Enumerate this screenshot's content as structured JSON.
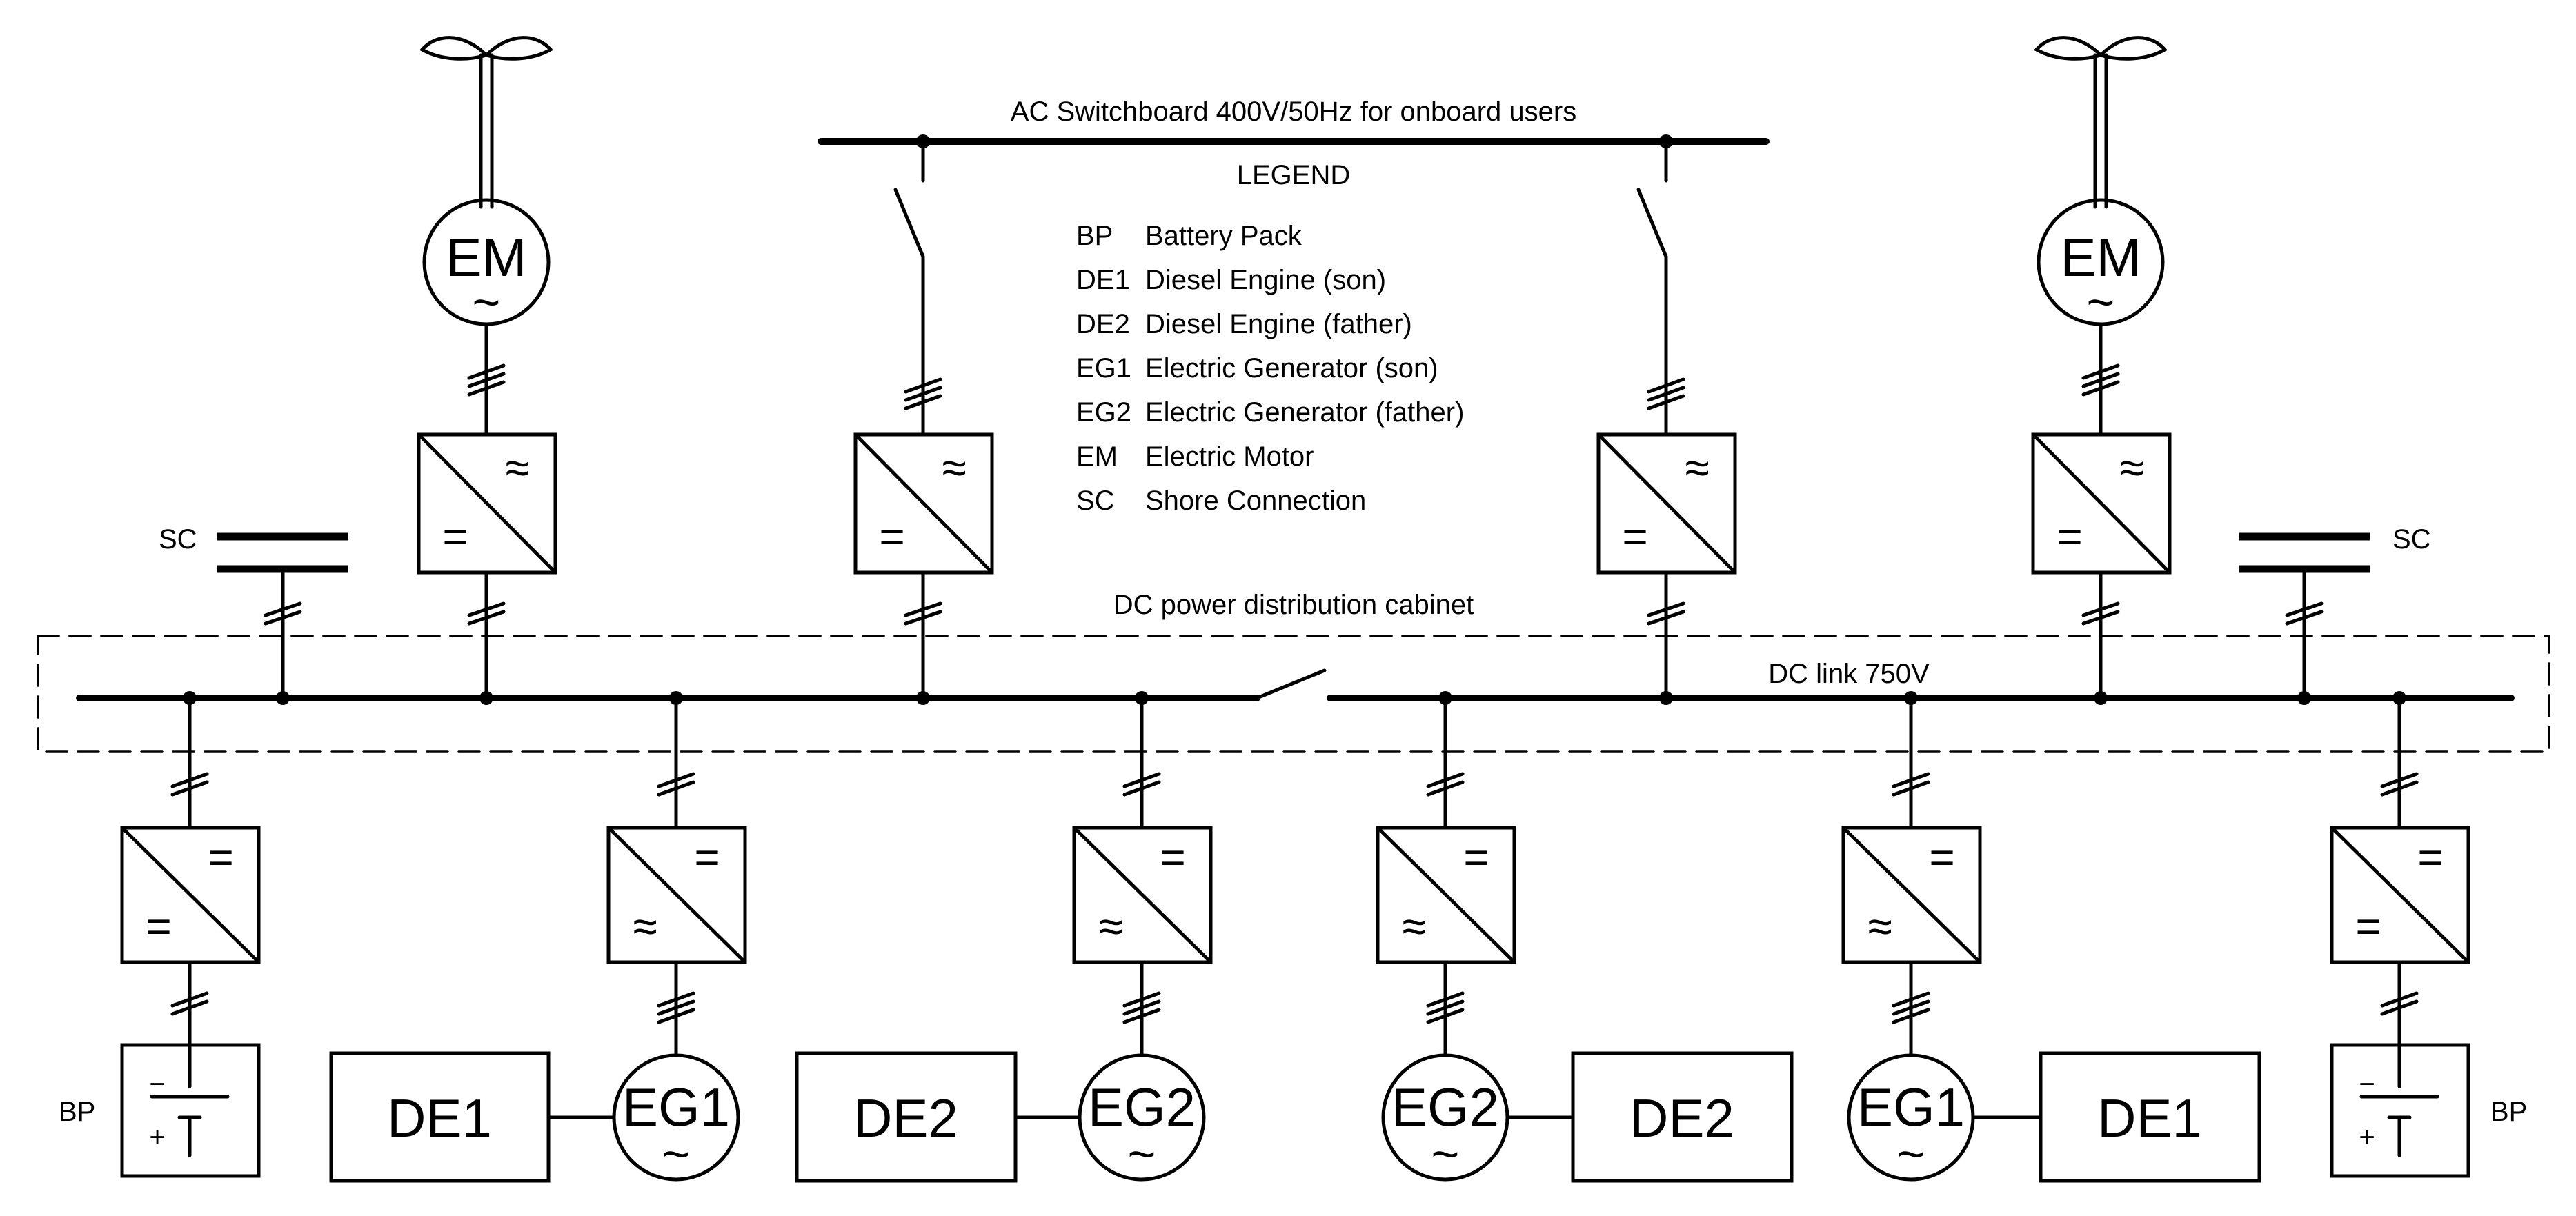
{
  "labels": {
    "ac_switchboard": "AC Switchboard 400V/50Hz for onboard users",
    "dc_cabinet": "DC power distribution cabinet",
    "dc_link": "DC link 750V"
  },
  "legend": {
    "title": "LEGEND",
    "items": [
      {
        "code": "BP",
        "desc": "Battery Pack"
      },
      {
        "code": "DE1",
        "desc": "Diesel Engine (son)"
      },
      {
        "code": "DE2",
        "desc": "Diesel Engine (father)"
      },
      {
        "code": "EG1",
        "desc": "Electric Generator (son)"
      },
      {
        "code": "EG2",
        "desc": "Electric Generator (father)"
      },
      {
        "code": "EM",
        "desc": "Electric Motor"
      },
      {
        "code": "SC",
        "desc": "Shore Connection"
      }
    ]
  },
  "components": {
    "em_left": "EM",
    "em_right": "EM",
    "sc_left": "SC",
    "sc_right": "SC",
    "bp_left": "BP",
    "bp_right": "BP",
    "de1_left": "DE1",
    "eg1_left": "EG1",
    "de2_left": "DE2",
    "eg2_left": "EG2",
    "eg2_right": "EG2",
    "de2_right": "DE2",
    "eg1_right": "EG1",
    "de1_right": "DE1"
  },
  "symbols": {
    "ac": "~",
    "approx": "≈",
    "dc": "=",
    "plus": "+",
    "minus": "−"
  }
}
